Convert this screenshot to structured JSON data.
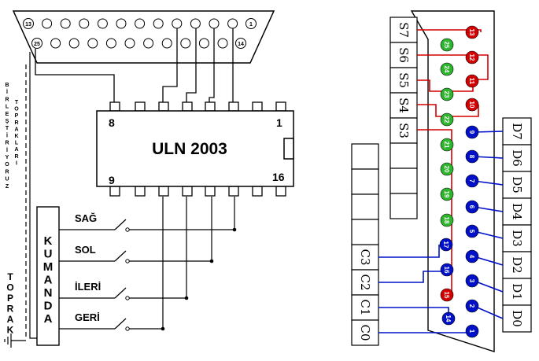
{
  "left_diagram": {
    "db25_pin_labels": {
      "top_left": "13",
      "top_right": "1",
      "bottom_left": "25",
      "bottom_right": "14"
    },
    "ic": {
      "name": "ULN 2003",
      "pin_top_left": "8",
      "pin_top_right": "1",
      "pin_bottom_left": "9",
      "pin_bottom_right": "16"
    },
    "switches": [
      "SAĞ",
      "SOL",
      "İLERİ",
      "GERİ"
    ],
    "controller_letters": [
      "K",
      "U",
      "M",
      "A",
      "N",
      "D",
      "A"
    ],
    "ground_letters": [
      "T",
      "O",
      "P",
      "R",
      "A",
      "K"
    ],
    "vertical_note_1": [
      "B",
      "İ",
      "R",
      "L",
      "E",
      "Ş",
      "T",
      "İ",
      "R",
      "İ",
      "Y",
      "O",
      "R",
      "U",
      "Z"
    ],
    "vertical_note_2": [
      "T",
      "O",
      "P",
      "R",
      "A",
      "K",
      "L",
      "A",
      "R",
      "I"
    ]
  },
  "right_diagram": {
    "status_labels": [
      "S7",
      "S6",
      "S5",
      "S4",
      "S3"
    ],
    "data_labels": [
      "D7",
      "D6",
      "D5",
      "D4",
      "D3",
      "D2",
      "D1",
      "D0"
    ],
    "control_labels": [
      "C3",
      "C2",
      "C1",
      "C0"
    ],
    "red_pins_col": [
      "13",
      "12",
      "11",
      "10"
    ],
    "green_pins_col": [
      "25",
      "24",
      "23",
      "22",
      "21",
      "20",
      "19",
      "18"
    ],
    "blue_pins_right": [
      "9",
      "8",
      "7",
      "6",
      "5",
      "4",
      "3",
      "2",
      "1"
    ],
    "blue_pins_left": [
      "17",
      "16",
      "14"
    ],
    "red_pin_15": "15",
    "colors": {
      "red": "#d40000",
      "green": "#2db52d",
      "blue": "#0010c8",
      "wire_red": "#d40000",
      "wire_blue": "#0010c8"
    }
  }
}
